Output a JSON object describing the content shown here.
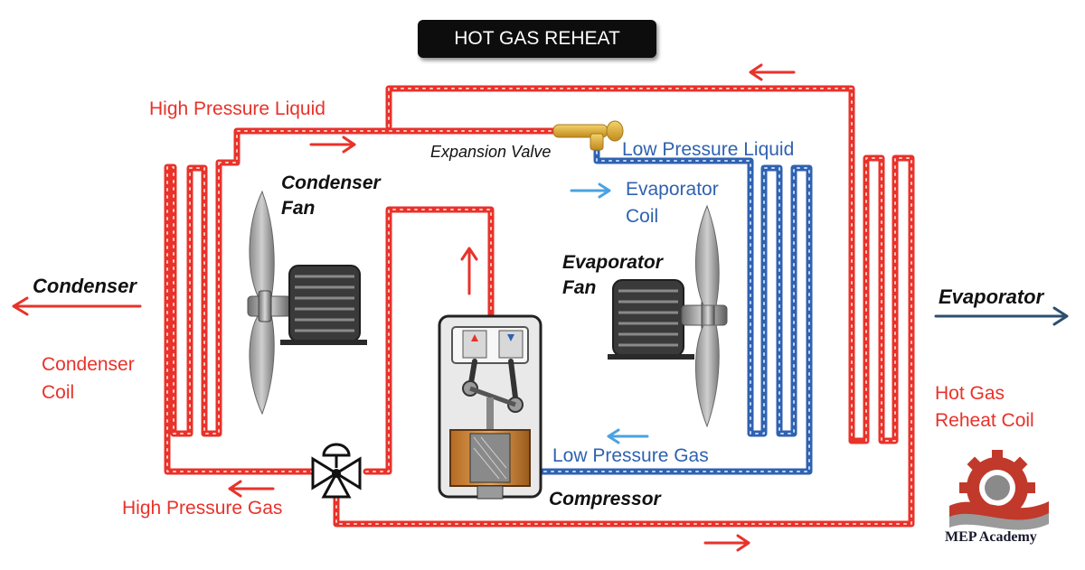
{
  "title": "HOT GAS REHEAT",
  "labels": {
    "high_pressure_liquid": "High Pressure Liquid",
    "expansion_valve": "Expansion Valve",
    "low_pressure_liquid": "Low Pressure Liquid",
    "condenser_fan_line1": "Condenser",
    "condenser_fan_line2": "Fan",
    "evaporator_coil_line1": "Evaporator",
    "evaporator_coil_line2": "Coil",
    "evaporator_fan_line1": "Evaporator",
    "evaporator_fan_line2": "Fan",
    "condenser": "Condenser",
    "evaporator": "Evaporator",
    "condenser_coil_line1": "Condenser",
    "condenser_coil_line2": "Coil",
    "hot_gas_reheat_coil_line1": "Hot Gas",
    "hot_gas_reheat_coil_line2": "Reheat Coil",
    "low_pressure_gas": "Low Pressure Gas",
    "high_pressure_gas": "High Pressure Gas",
    "compressor": "Compressor"
  },
  "logo": {
    "text": "MEP Academy"
  },
  "colors": {
    "hot_line": "#e8322a",
    "cold_line": "#2f62b0",
    "cold_arrow": "#4aa3e0",
    "evaporator_arrow": "#2b4f6e",
    "title_bg": "#0d0d0d"
  }
}
